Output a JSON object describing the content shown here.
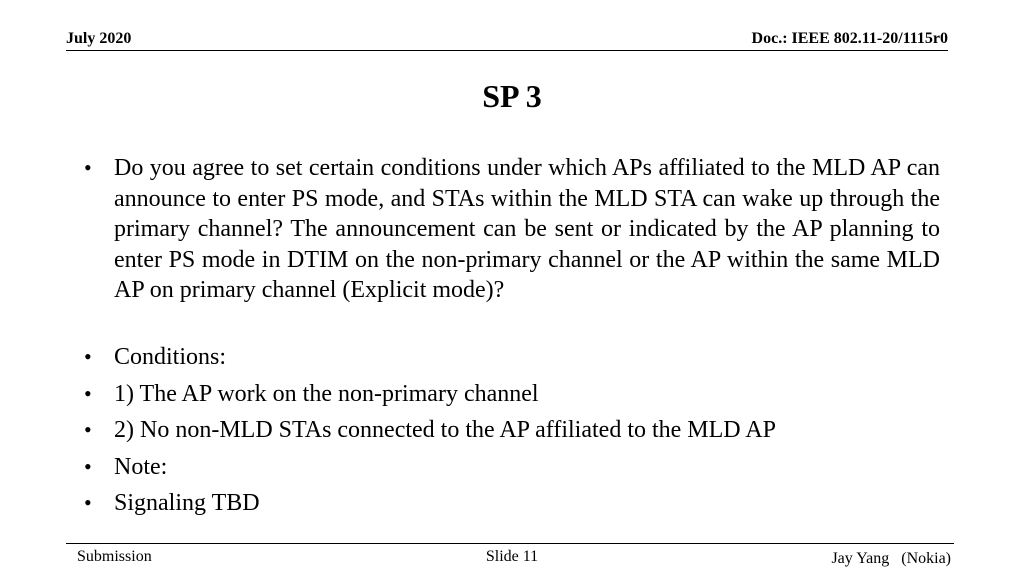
{
  "header": {
    "date": "July 2020",
    "doc_id": "Doc.: IEEE 802.11-20/1115r0"
  },
  "slide": {
    "title": "SP 3",
    "bullets": [
      "Do you agree to set certain conditions under which APs affiliated to the MLD AP can announce to enter PS mode, and STAs within the MLD STA can wake up through the primary channel? The announcement can be sent or indicated by the AP planning to enter PS mode in DTIM on the non-primary channel or the AP within the same MLD AP on primary channel (Explicit mode)?",
      "Conditions:",
      "1) The AP work on the non-primary channel",
      "2) No non-MLD STAs connected to the AP affiliated to the MLD AP",
      "Note:",
      "Signaling TBD"
    ],
    "bullet_glyph": "•"
  },
  "footer": {
    "left": "Submission",
    "center": "Slide 11",
    "right": "Jay Yang   (Nokia)"
  }
}
